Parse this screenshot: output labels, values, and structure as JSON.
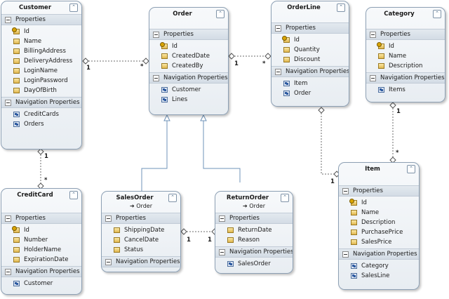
{
  "sections": {
    "properties": "Properties",
    "navigation": "Navigation Properties"
  },
  "entities": {
    "customer": {
      "name": "Customer",
      "properties": [
        "Id",
        "Name",
        "BillingAddress",
        "DeliveryAddress",
        "LoginName",
        "LoginPassword",
        "DayOfBirth"
      ],
      "navigation": [
        "CreditCards",
        "Orders"
      ]
    },
    "order": {
      "name": "Order",
      "properties": [
        "Id",
        "CreatedDate",
        "CreatedBy"
      ],
      "navigation": [
        "Customer",
        "Lines"
      ]
    },
    "orderline": {
      "name": "OrderLine",
      "properties": [
        "Id",
        "Quantity",
        "Discount"
      ],
      "navigation": [
        "Item",
        "Order"
      ]
    },
    "category": {
      "name": "Category",
      "properties": [
        "Id",
        "Name",
        "Description"
      ],
      "navigation": [
        "Items"
      ]
    },
    "item": {
      "name": "Item",
      "properties": [
        "Id",
        "Name",
        "Description",
        "PurchasePrice",
        "SalesPrice"
      ],
      "navigation": [
        "Category",
        "SalesLine"
      ]
    },
    "creditcard": {
      "name": "CreditCard",
      "properties": [
        "Id",
        "Number",
        "HolderName",
        "ExpirationDate"
      ],
      "navigation": [
        "Customer"
      ]
    },
    "salesorder": {
      "name": "SalesOrder",
      "base": "➔ Order",
      "properties": [
        "ShippingDate",
        "CancelDate",
        "Status"
      ],
      "navigation": []
    },
    "returnorder": {
      "name": "ReturnOrder",
      "base": "➔ Order",
      "properties": [
        "ReturnDate",
        "Reason"
      ],
      "navigation": [
        "SalesOrder"
      ]
    }
  },
  "multiplicities": {
    "customer_order_one": "1",
    "customer_order_many": "*",
    "order_orderline_one": "1",
    "order_orderline_many": "*",
    "customer_creditcard_one": "1",
    "customer_creditcard_many": "*",
    "category_item_one": "1",
    "category_item_many": "*",
    "orderline_item_one": "1",
    "salesorder_returnorder_left": "1",
    "salesorder_returnorder_right": "1"
  }
}
